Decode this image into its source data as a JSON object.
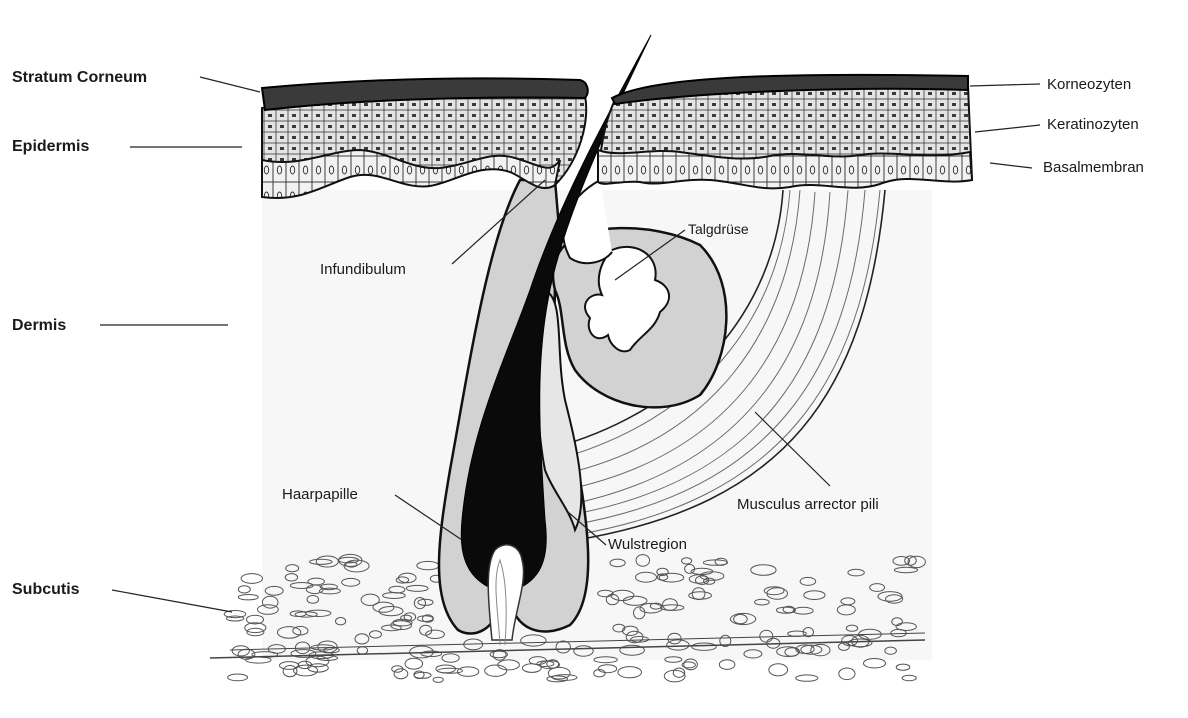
{
  "left_labels": {
    "stratum_corneum": "Stratum Corneum",
    "epidermis": "Epidermis",
    "dermis": "Dermis",
    "subcutis": "Subcutis"
  },
  "right_labels": {
    "korneozyten": "Korneozyten",
    "keratinozyten": "Keratinozyten",
    "basalmembran": "Basalmembran",
    "musculus": "Musculus arrector pili"
  },
  "inner_labels": {
    "talgdruese": "Talgdrüse",
    "infundibulum": "Infundibulum",
    "haarpapille": "Haarpapille",
    "wulstregion": "Wulstregion"
  },
  "colors": {
    "background": "#ffffff",
    "dermis_fill": "#f7f7f7",
    "tissue_gray": "#d0d0d0",
    "hair_black": "#0a0a0a",
    "line": "#222222"
  }
}
